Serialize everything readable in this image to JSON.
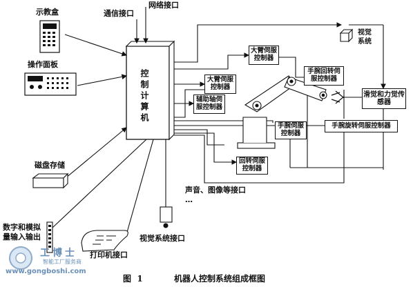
{
  "diagram": {
    "caption_fig": "图  1",
    "caption_title": "机器人控制系统组成框图",
    "control_computer": "控制计算机",
    "labels": {
      "display_box": "示教盒",
      "operation_panel": "操作面板",
      "comm_port": "通信接口",
      "network_port": "网络接口",
      "disk_storage": "磁盘存储",
      "digital_analog_io_1": "数字和模拟",
      "digital_analog_io_2": "量输入输出",
      "printer_port": "打印机接口",
      "vision_port": "视觉系统接口",
      "sound_image_port": "声音、图像等接口",
      "ellipsis": "…",
      "vision_system_1": "视觉",
      "vision_system_2": "系统"
    },
    "boxes": {
      "upper_arm_servo_top": "大臂伺服控制器",
      "upper_arm_servo": "大臂伺服控制器",
      "aux_axis_servo": "辅助轴伺服控制器",
      "wrist_rotate_servo": "手腕回转伺服控制器",
      "wrist_servo": "手腕伺服控制器",
      "wrist_spin_servo": "手腕旋转伺服控制器",
      "base_rotate_servo": "回转伺服控制器",
      "slide_force_sensor": "滑觉和力觉传感器"
    },
    "watermark": {
      "brand": "工博士",
      "slogan": "智能工厂服务商",
      "url": "www.gongboshi.com"
    }
  }
}
